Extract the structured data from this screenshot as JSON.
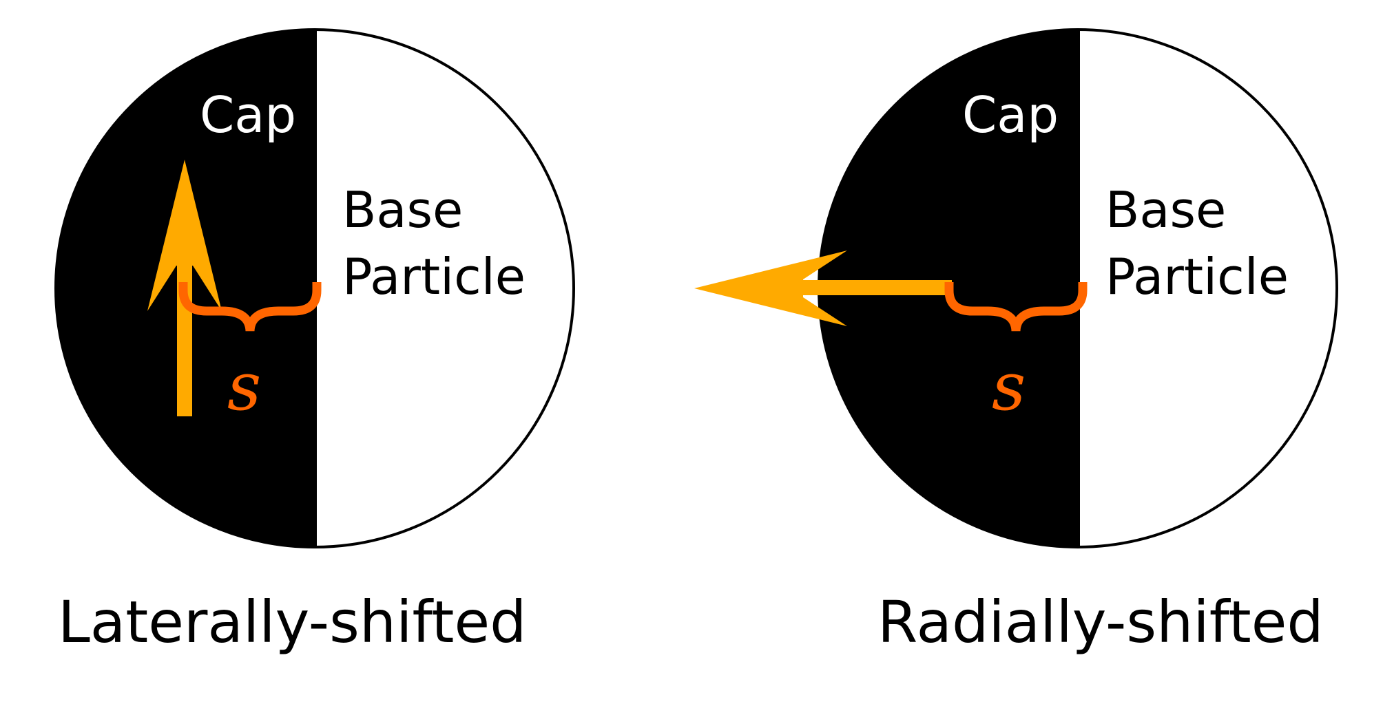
{
  "panels": [
    {
      "cap_label": "Cap",
      "base_label_line1": "Base",
      "base_label_line2": "Particle",
      "shift_symbol": "s",
      "caption": "Laterally-shifted",
      "arrow_direction": "up"
    },
    {
      "cap_label": "Cap",
      "base_label_line1": "Base",
      "base_label_line2": "Particle",
      "shift_symbol": "s",
      "caption": "Radially-shifted",
      "arrow_direction": "left"
    }
  ],
  "colors": {
    "cap": "#000000",
    "base": "#ffffff",
    "arrow": "#ffaa00",
    "brace": "#ff6600",
    "outline": "#000000"
  }
}
